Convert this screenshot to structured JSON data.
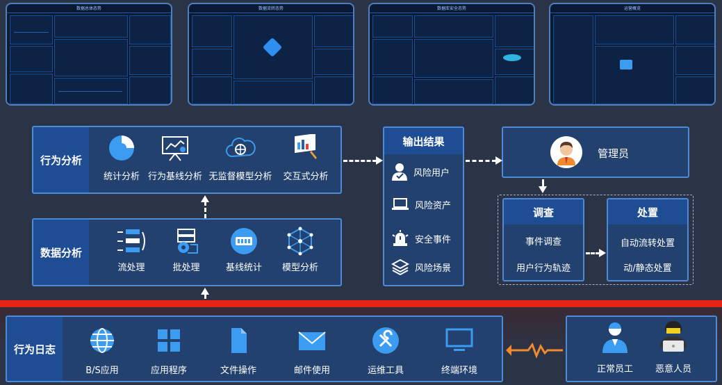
{
  "thumbnails": [
    {
      "title": "数据总体态势"
    },
    {
      "title": "数据流转态势"
    },
    {
      "title": "数据库安全态势"
    },
    {
      "title": "运营概览"
    }
  ],
  "behavior_analysis": {
    "label": "行为分析",
    "items": [
      "统计分析",
      "行为基线分析",
      "无监督模型分析",
      "交互式分析"
    ]
  },
  "data_analysis": {
    "label": "数据分析",
    "items": [
      "流处理",
      "批处理",
      "基线统计",
      "模型分析"
    ]
  },
  "behavior_log": {
    "label": "行为日志",
    "items": [
      "B/S应用",
      "应用程序",
      "文件操作",
      "邮件使用",
      "运维工具",
      "终端环境"
    ]
  },
  "output": {
    "title": "输出结果",
    "items": [
      "风险用户",
      "风险资产",
      "安全事件",
      "风险场景"
    ]
  },
  "admin": {
    "label": "管理员"
  },
  "investigate": {
    "title": "调查",
    "items": [
      "事件调查",
      "用户行为轨迹"
    ]
  },
  "handle": {
    "title": "处置",
    "items": [
      "自动流转处置",
      "动/静态处置"
    ]
  },
  "users": {
    "items": [
      "正常员工",
      "恶意人员"
    ]
  },
  "colors": {
    "accent": "#4d8ad8",
    "red_band": "#e32417",
    "orange_arrow": "#f08a2c",
    "icon_blue": "#3b9cf2"
  }
}
